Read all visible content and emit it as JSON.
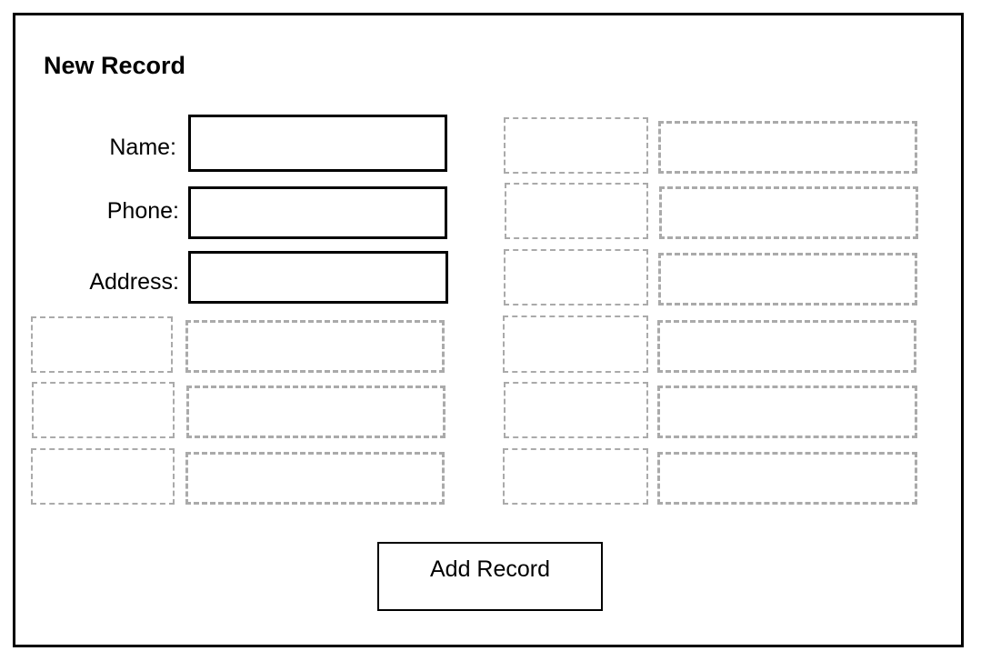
{
  "form": {
    "title": "New Record",
    "fields": [
      {
        "label": "Name:",
        "value": ""
      },
      {
        "label": "Phone:",
        "value": ""
      },
      {
        "label": "Address:",
        "value": ""
      }
    ],
    "submit_label": "Add Record"
  },
  "colors": {
    "border": "#000000",
    "placeholder_border": "#aaaaaa",
    "background": "#ffffff"
  }
}
